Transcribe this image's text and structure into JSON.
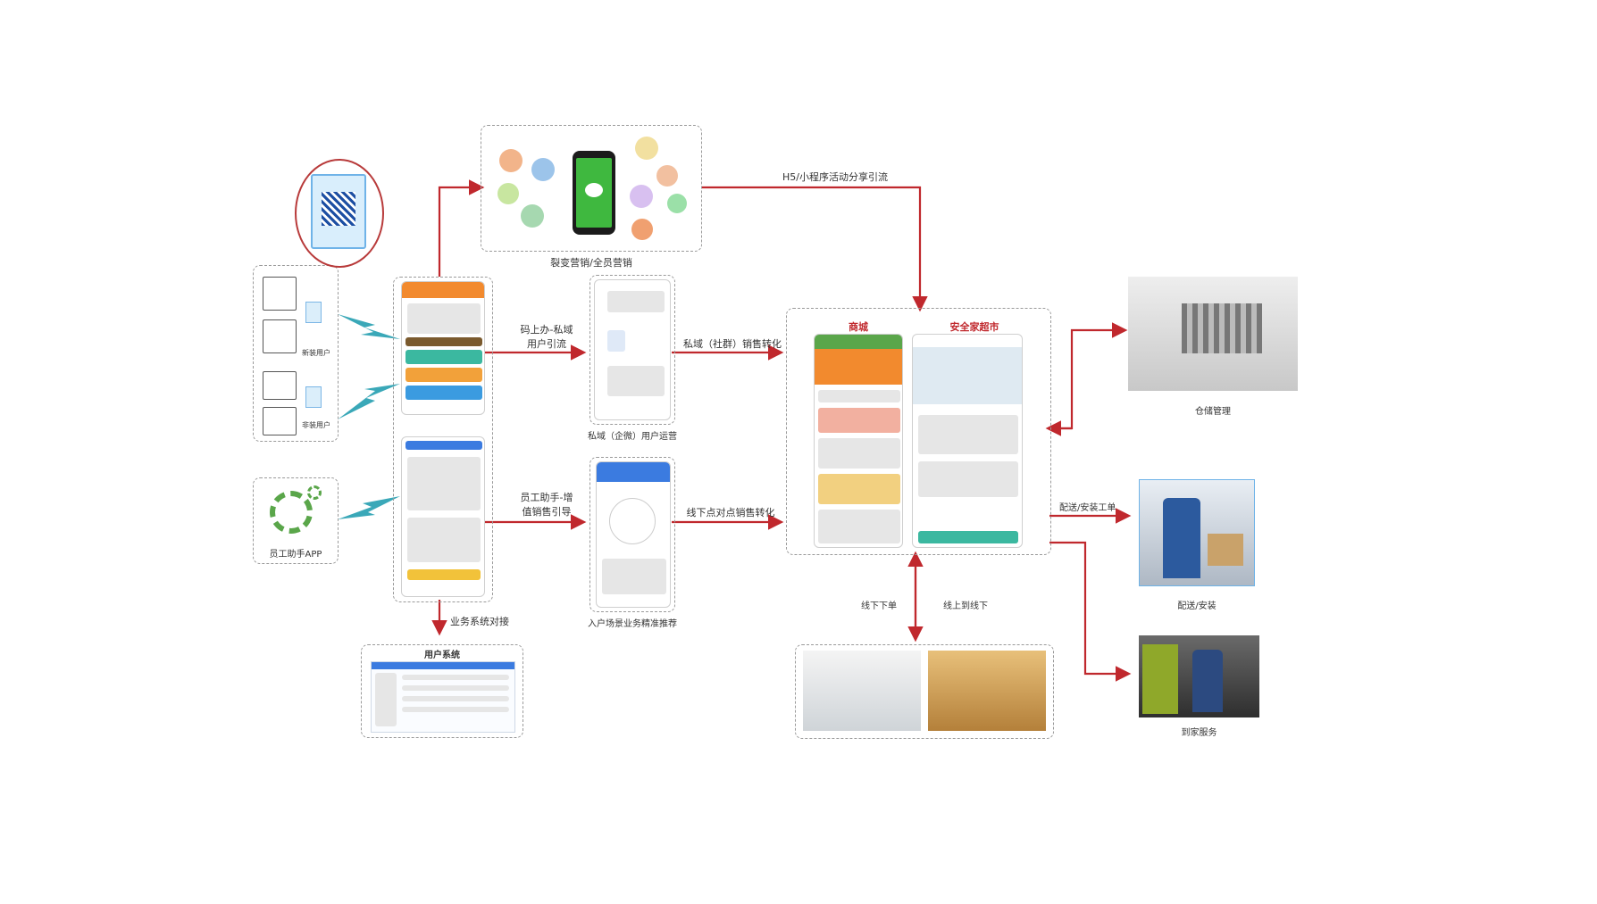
{
  "labels": {
    "fission_marketing": "裂变营销/全员营销",
    "h5_share": "H5/小程序活动分享引流",
    "code_private": "码上办-私域\n用户引流",
    "private_sales": "私域（社群）销售转化",
    "private_ops": "私域（企微）用户运营",
    "staff_boost": "员工助手-增\n值销售引导",
    "offline_sales": "线下点对点销售转化",
    "home_scene": "入户场景业务精准推荐",
    "system_link": "业务系统对接",
    "user_system": "用户系统",
    "staff_app": "员工助手APP",
    "new_users": "新装用户",
    "old_users": "非装用户",
    "mall": "商城",
    "safe_home": "安全家超市",
    "warehouse": "仓储管理",
    "delivery_order": "配送/安装工单",
    "delivery": "配送/安装",
    "home_service": "到家服务",
    "offline_order": "线下下单",
    "online_offline": "线上到线下"
  },
  "colors": {
    "arrow": "#c0282d",
    "dash": "#9a9a9a",
    "wechat": "#3fb83f",
    "brand_green": "#5aa64a",
    "orange": "#f28a2e",
    "blue": "#3b7be0"
  }
}
